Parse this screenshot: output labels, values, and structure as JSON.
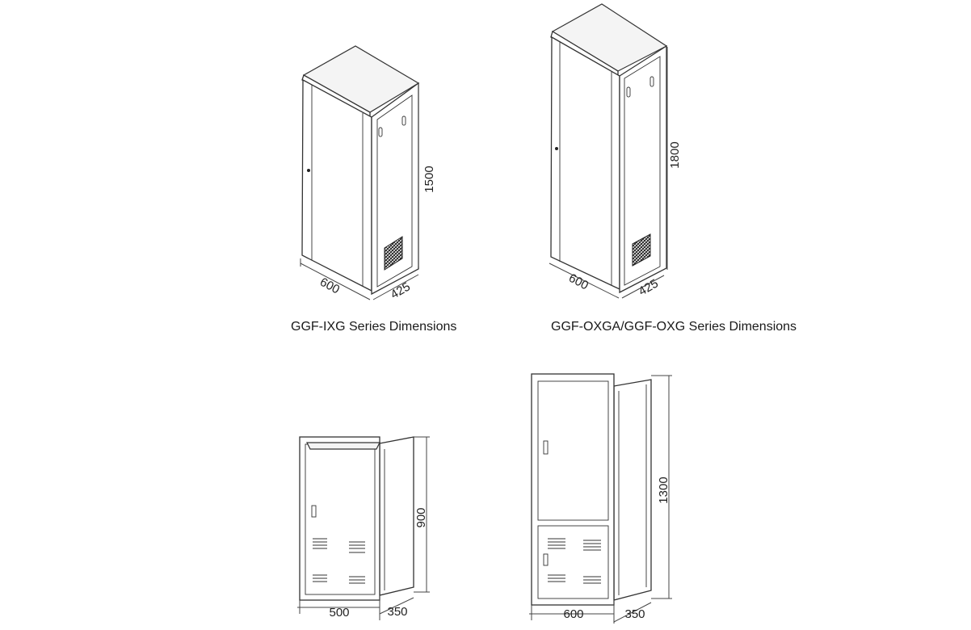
{
  "figures": [
    {
      "caption": "GGF-IXG Series Dimensions",
      "dims": {
        "height": "1500",
        "width": "600",
        "depth": "425"
      }
    },
    {
      "caption": "GGF-OXGA/GGF-OXG Series Dimensions",
      "dims": {
        "height": "1800",
        "width": "600",
        "depth": "425"
      }
    },
    {
      "caption": "",
      "dims": {
        "height": "900",
        "width": "500",
        "depth": "350"
      }
    },
    {
      "caption": "",
      "dims": {
        "height": "1300",
        "width": "600",
        "depth": "350"
      }
    }
  ]
}
